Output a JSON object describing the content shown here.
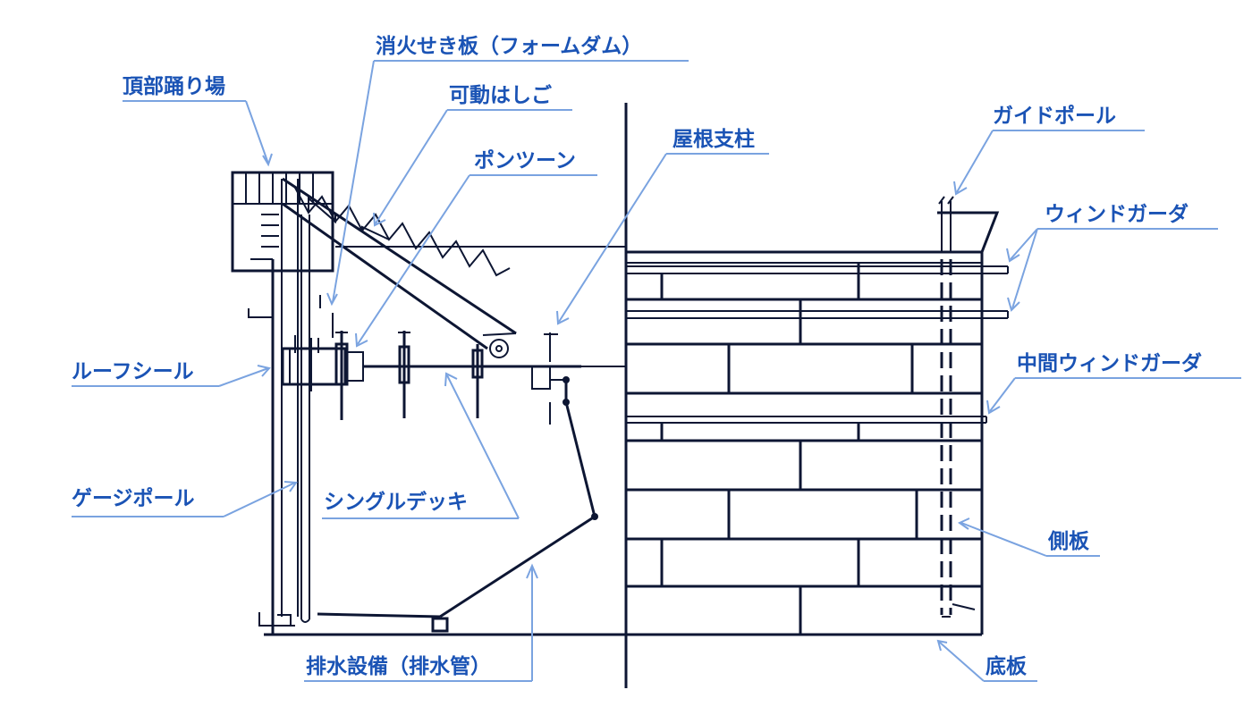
{
  "colors": {
    "label": "#1a53b5",
    "leader": "#7aa3e0",
    "line": "#0d1633",
    "background": "#ffffff"
  },
  "labels": {
    "top_platform": "頂部踊り場",
    "foam_dam": "消火せき板（フォームダム）",
    "rolling_ladder": "可動はしご",
    "pontoon": "ポンツーン",
    "roof_support": "屋根支柱",
    "guide_pole": "ガイドポール",
    "wind_girder": "ウィンドガーダ",
    "intermediate_wind_girder": "中間ウィンドガーダ",
    "roof_seal": "ルーフシール",
    "gauge_pole": "ゲージポール",
    "single_deck": "シングルデッキ",
    "side_plate": "側板",
    "bottom_plate": "底板",
    "drain": "排水設備（排水管）"
  }
}
